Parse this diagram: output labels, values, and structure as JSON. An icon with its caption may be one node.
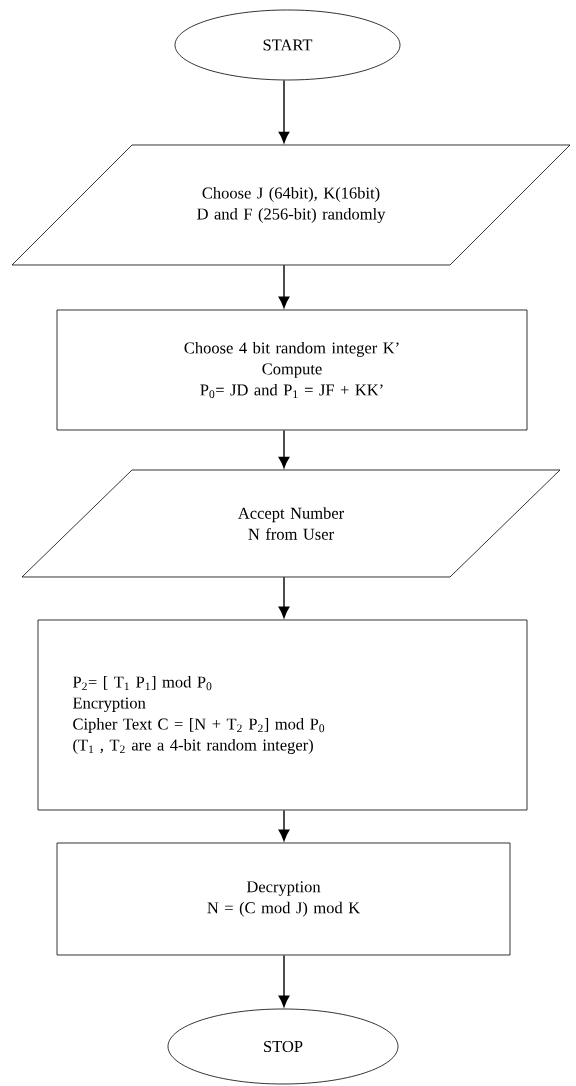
{
  "diagram": {
    "nodes": [
      {
        "text": [
          "START"
        ]
      },
      {
        "text": [
          "Choose J (64bit), K(16bit) D and F (256-bit) randomly"
        ]
      },
      {
        "text": [
          "Choose 4 bit random integer K’",
          "Compute",
          "P$_{0}$= JD and P$_{1}$ = JF + KK’"
        ]
      },
      {
        "text": [
          "Accept Number N from User"
        ]
      },
      {
        "text": [
          "P$_{2}$= [ T$_{1}$ P$_{1}$] mod P$_{0}$",
          "Encryption",
          "Cipher Text C = [N + T$_{2}$ P$_{2}$] mod P$_{0}$",
          "(T$_{1}$ , T$_{2}$ are a 4-bit random integer)"
        ]
      },
      {
        "text": [
          "Decryption",
          "N = (C mod J) mod K"
        ]
      },
      {
        "text": [
          "STOP"
        ]
      }
    ],
    "edges": [
      {
        "from": 0,
        "to": 1,
        "arrow": "to"
      },
      {
        "from": 1,
        "to": 2,
        "arrow": "to"
      },
      {
        "from": 2,
        "to": 3,
        "arrow": "to"
      },
      {
        "from": 3,
        "to": 4,
        "arrow": "to"
      },
      {
        "from": 4,
        "to": 5,
        "arrow": "to"
      },
      {
        "from": 5,
        "to": 6,
        "arrow": "to"
      }
    ]
  }
}
